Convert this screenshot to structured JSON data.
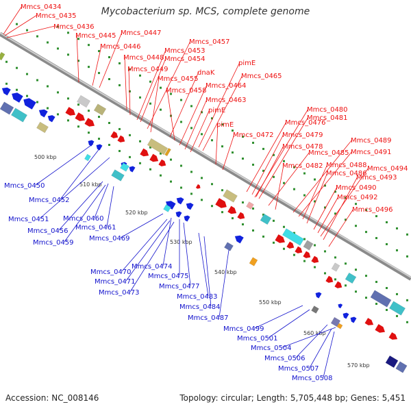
{
  "title": "Mycobacterium sp. MCS, complete genome",
  "footer": {
    "accession": "Accession: NC_008146",
    "info": "Topology: circular; Length: 5,705,448 bp; Genes: 5,451"
  },
  "colors": {
    "forward_label": "#ee1111",
    "reverse_label": "#1111cc",
    "backbone": "#8a8a8a",
    "tick": "#2f8f2f"
  },
  "kbp_ticks": [
    "500 kbp",
    "510 kbp",
    "520 kbp",
    "530 kbp",
    "540 kbp",
    "550 kbp",
    "560 kbp",
    "570 kbp"
  ],
  "forward_labels": [
    "Mmcs_0434",
    "Mmcs_0435",
    "Mmcs_0436",
    "Mmcs_0445",
    "Mmcs_0447",
    "Mmcs_0446",
    "Mmcs_0448",
    "Mmcs_0449",
    "Mmcs_0453",
    "Mmcs_0454",
    "Mmcs_0457",
    "Mmcs_0455",
    "dnaK",
    "Mmcs_0458",
    "pimE",
    "Mmcs_0465",
    "Mmcs_0464",
    "Mmcs_0463",
    "pimE",
    "pimE",
    "Mmcs_0476",
    "Mmcs_0472",
    "Mmcs_0479",
    "Mmcs_0480",
    "Mmcs_0481",
    "Mmcs_0478",
    "Mmcs_0489",
    "Mmcs_0485",
    "Mmcs_0491",
    "Mmcs_0482",
    "Mmcs_0488",
    "Mmcs_0494",
    "Mmcs_0486",
    "Mmcs_0493",
    "Mmcs_0490",
    "Mmcs_0492",
    "Mmcs_0496"
  ],
  "reverse_labels": [
    "Mmcs_0450",
    "Mmcs_0452",
    "Mmcs_0451",
    "Mmcs_0460",
    "Mmcs_0456",
    "Mmcs_0461",
    "Mmcs_0459",
    "Mmcs_0469",
    "Mmcs_0474",
    "Mmcs_0470",
    "Mmcs_0475",
    "Mmcs_0471",
    "Mmcs_0477",
    "Mmcs_0473",
    "Mmcs_0483",
    "Mmcs_0484",
    "Mmcs_0487",
    "Mmcs_0499",
    "Mmcs_0501",
    "Mmcs_0504",
    "Mmcs_0506",
    "Mmcs_0507",
    "Mmcs_0508"
  ]
}
